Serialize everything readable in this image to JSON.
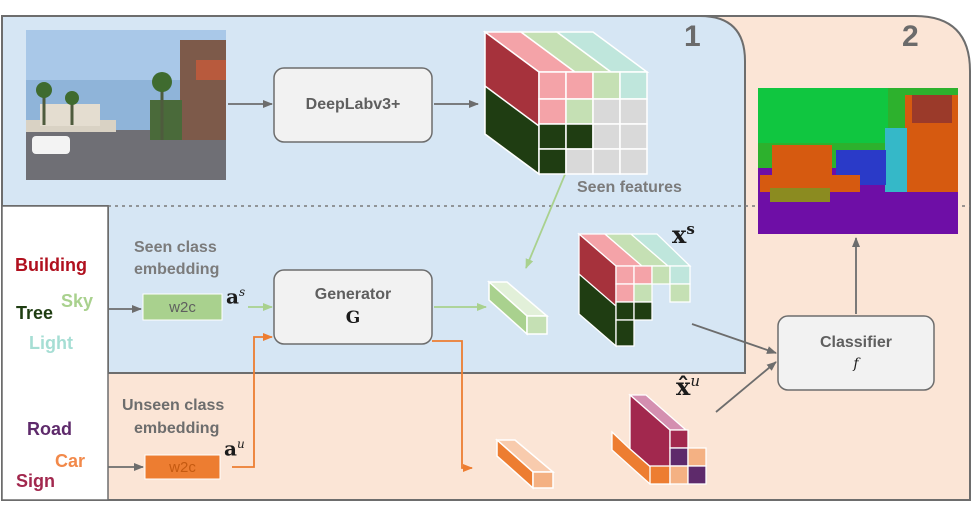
{
  "panels": {
    "panel1": "1",
    "panel2": "2"
  },
  "blocks": {
    "deeplab": "DeepLabv3+",
    "generator": "Generator",
    "generator_symbol": "G",
    "classifier": "Classifier",
    "classifier_symbol": "f",
    "w2c_seen": "w2c",
    "w2c_unseen": "w2c"
  },
  "labels": {
    "seen_features": "Seen features",
    "seen_embedding_line1": "Seen class",
    "seen_embedding_line2": "embedding",
    "unseen_embedding_line1": "Unseen class",
    "unseen_embedding_line2": "embedding",
    "a_seen": "a",
    "a_seen_sup": "s",
    "a_unseen": "a",
    "a_unseen_sup": "u",
    "x_seen": "x",
    "x_seen_sup": "s",
    "x_unseen": "x̂",
    "x_unseen_sup": "u"
  },
  "classes": {
    "seen": [
      {
        "name": "Building",
        "color": "#b0101e"
      },
      {
        "name": "Sky",
        "color": "#a9d18e"
      },
      {
        "name": "Tree",
        "color": "#1f3d12"
      },
      {
        "name": "Light",
        "color": "#a6ded4"
      }
    ],
    "unseen": [
      {
        "name": "Road",
        "color": "#5e2a6b"
      },
      {
        "name": "Car",
        "color": "#f2894a"
      },
      {
        "name": "Sign",
        "color": "#a2284e"
      }
    ]
  },
  "colors": {
    "seen_region": "#d6e6f4",
    "unseen_region": "#fbe5d6",
    "seen_arrow": "#a9d18e",
    "unseen_arrow": "#ed7d31",
    "flow_arrow": "#6d6d6d"
  }
}
